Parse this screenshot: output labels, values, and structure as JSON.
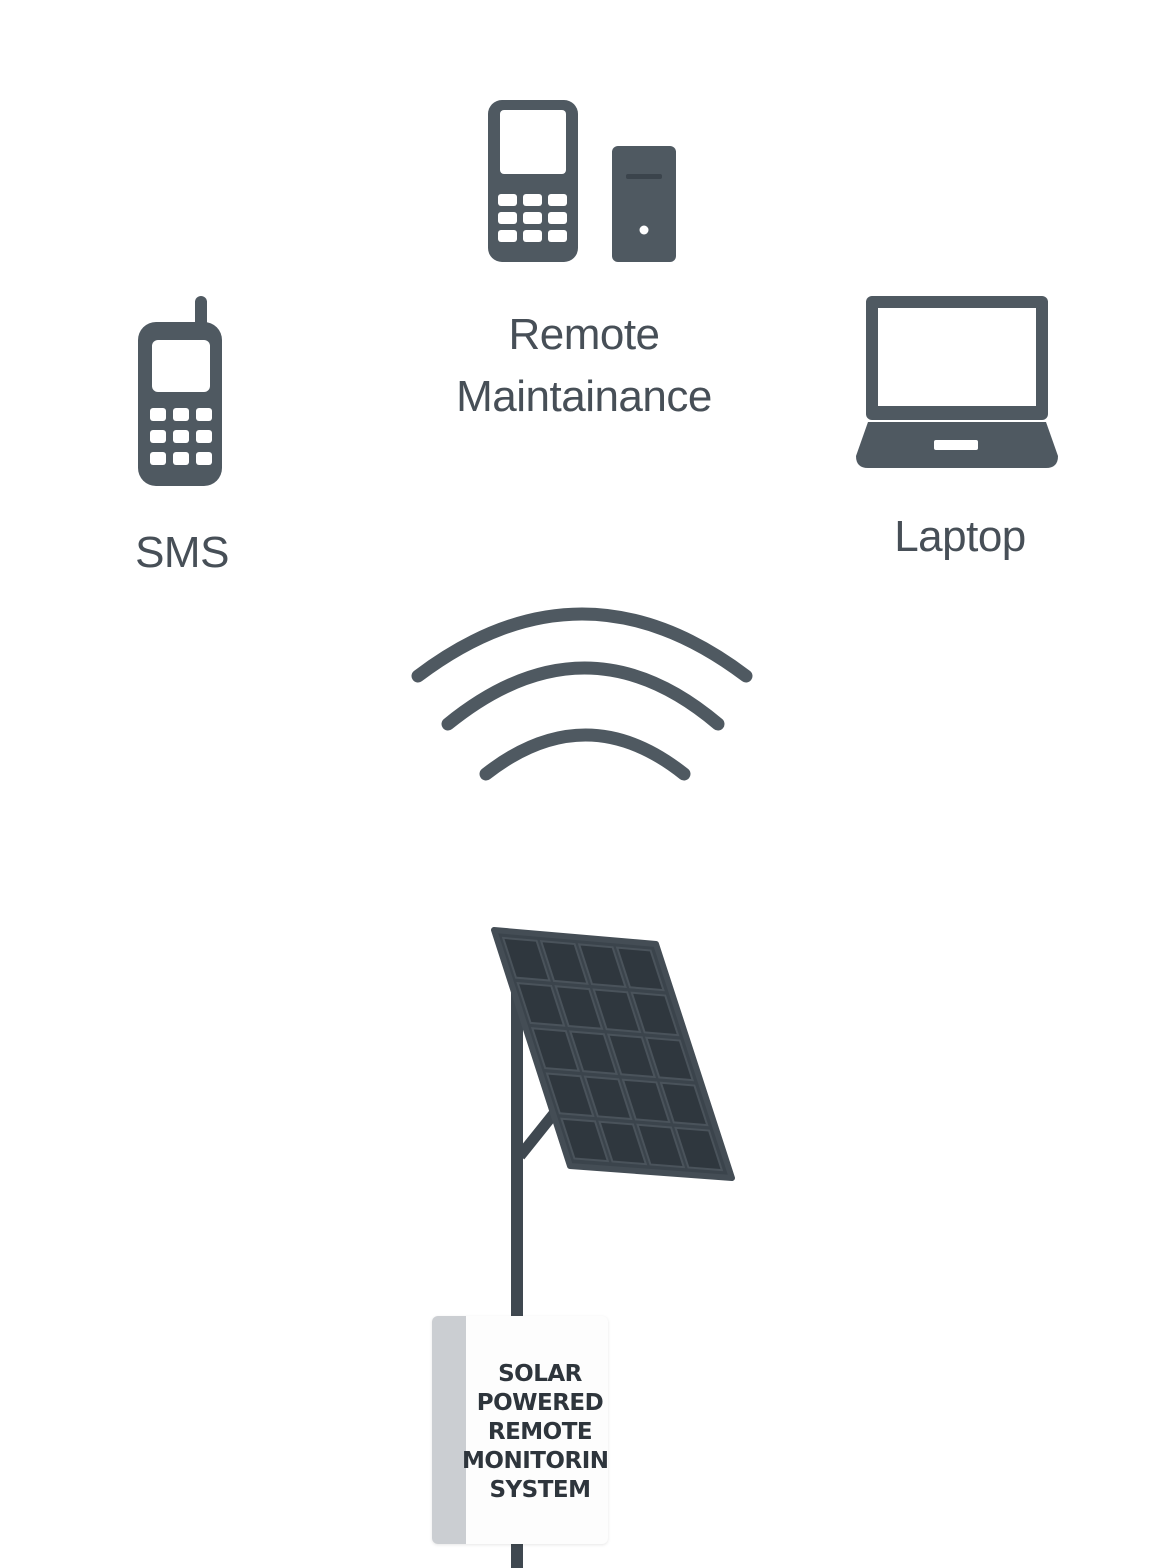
{
  "nodes": {
    "sms": {
      "label": "SMS"
    },
    "remote": {
      "label_line1": "Remote",
      "label_line2": "Maintainance"
    },
    "laptop": {
      "label": "Laptop"
    }
  },
  "device": {
    "lines": [
      "SOLAR",
      "POWERED",
      "REMOTE",
      "MONITORING",
      "SYSTEM"
    ]
  },
  "colors": {
    "icon": "#4f5961",
    "panel": "#3d464e",
    "panel_cell": "#3a434b",
    "text": "#474f57",
    "box_edge": "#cbced2"
  },
  "icons": [
    "mobile-phone-icon",
    "desk-phone-icon",
    "computer-tower-icon",
    "laptop-icon",
    "wireless-signal-icon",
    "solar-panel-icon"
  ]
}
